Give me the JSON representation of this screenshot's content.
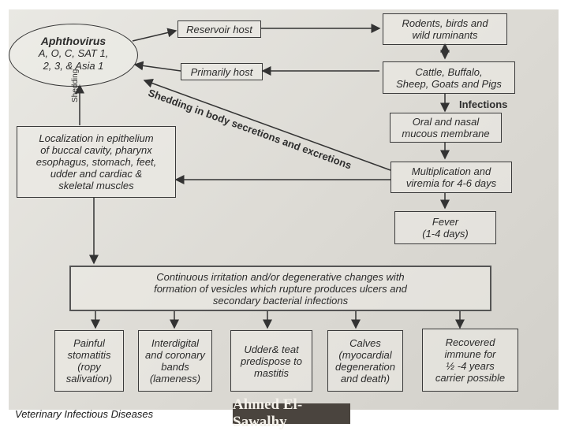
{
  "diagram": {
    "aphthovirus": {
      "title": "Aphthovirus",
      "serotypes": "A, O, C, SAT 1,\n2, 3, & Asia 1"
    },
    "reservoir_host": "Reservoir host",
    "primarily_host": "Primarily host",
    "rodents": "Rodents, birds and\nwild ruminants",
    "cattle": "Cattle, Buffalo,\nSheep, Goats and Pigs",
    "infections_label": "Infections",
    "oral": "Oral and nasal\nmucous membrane",
    "multiplication": "Multiplication and\nviremia for 4-6 days",
    "fever": "Fever\n(1-4 days)",
    "localization": "Localization in epithelium\nof buccal cavity, pharynx\nesophagus, stomach, feet,\nudder and cardiac &\nskeletal muscles",
    "shedding_vertical": "Shedding",
    "shedding_diagonal": "Shedding in body secretions and excretions",
    "continuous": "Continuous irritation and/or degenerative changes with\nformation of vesicles which rupture produces ulcers and\nsecondary bacterial infections",
    "outcomes": [
      "Painful\nstomatitis\n(ropy\nsalivation)",
      "Interdigital\nand coronary\nbands\n(lameness)",
      "Udder& teat\npredispose to\nmastitis",
      "Calves\n(myocardial\ndegeneration\nand death)",
      "Recovered\nimmune for\n½ -4 years\ncarrier possible"
    ]
  },
  "footer": {
    "course": "Veterinary Infectious Diseases",
    "author": "Ahmed El-Sawalhy"
  }
}
